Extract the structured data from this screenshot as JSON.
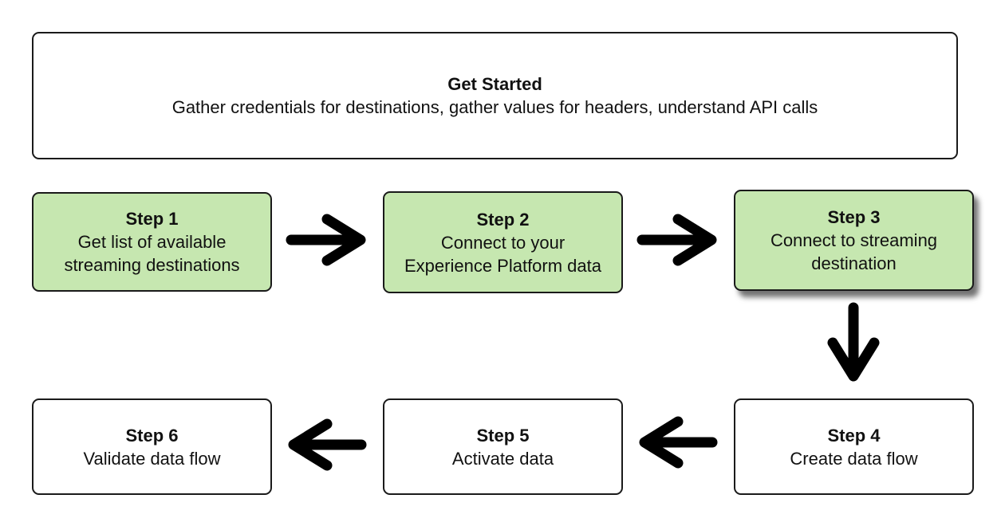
{
  "get_started": {
    "title": "Get Started",
    "desc": "Gather credentials for destinations, gather values for headers, understand API calls"
  },
  "steps": [
    {
      "title": "Step 1",
      "desc": "Get list of available\nstreaming destinations"
    },
    {
      "title": "Step 2",
      "desc": "Connect to your\nExperience Platform data"
    },
    {
      "title": "Step 3",
      "desc": "Connect to streaming\ndestination"
    },
    {
      "title": "Step 4",
      "desc": "Create data flow"
    },
    {
      "title": "Step 5",
      "desc": "Activate data"
    },
    {
      "title": "Step 6",
      "desc": "Validate data flow"
    }
  ],
  "colors": {
    "completed_step_fill": "#c6e7b0",
    "pending_step_fill": "#ffffff",
    "border": "#1a1a1a",
    "arrow": "#000000"
  },
  "icons": [
    "arrow-right-icon",
    "arrow-down-icon",
    "arrow-left-icon"
  ]
}
